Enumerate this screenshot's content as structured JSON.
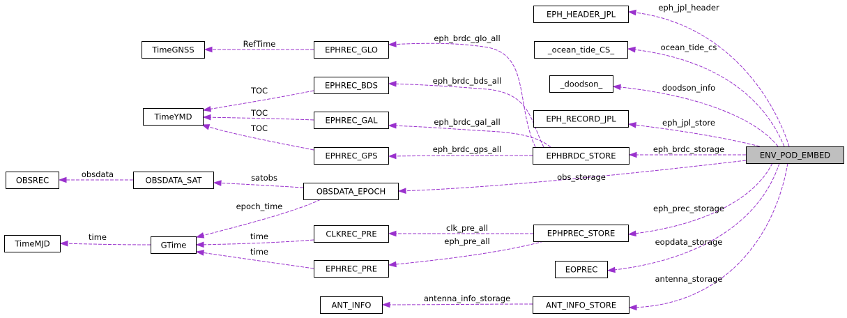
{
  "nodes": [
    {
      "id": "ENV_POD_EMBED",
      "label": "ENV_POD_EMBED",
      "root": true
    },
    {
      "id": "EPH_HEADER_JPL",
      "label": "EPH_HEADER_JPL"
    },
    {
      "id": "_ocean_tide_CS_",
      "label": "_ocean_tide_CS_"
    },
    {
      "id": "_doodson_",
      "label": "_doodson_"
    },
    {
      "id": "EPH_RECORD_JPL",
      "label": "EPH_RECORD_JPL"
    },
    {
      "id": "EPHBRDC_STORE",
      "label": "EPHBRDC_STORE"
    },
    {
      "id": "OBSDATA_EPOCH",
      "label": "OBSDATA_EPOCH"
    },
    {
      "id": "EPHPREC_STORE",
      "label": "EPHPREC_STORE"
    },
    {
      "id": "EOPREC",
      "label": "EOPREC"
    },
    {
      "id": "ANT_INFO_STORE",
      "label": "ANT_INFO_STORE"
    },
    {
      "id": "EPHREC_GLO",
      "label": "EPHREC_GLO"
    },
    {
      "id": "EPHREC_BDS",
      "label": "EPHREC_BDS"
    },
    {
      "id": "EPHREC_GAL",
      "label": "EPHREC_GAL"
    },
    {
      "id": "EPHREC_GPS",
      "label": "EPHREC_GPS"
    },
    {
      "id": "OBSDATA_SAT",
      "label": "OBSDATA_SAT"
    },
    {
      "id": "CLKREC_PRE",
      "label": "CLKREC_PRE"
    },
    {
      "id": "EPHREC_PRE",
      "label": "EPHREC_PRE"
    },
    {
      "id": "ANT_INFO",
      "label": "ANT_INFO"
    },
    {
      "id": "TimeGNSS",
      "label": "TimeGNSS"
    },
    {
      "id": "TimeYMD",
      "label": "TimeYMD"
    },
    {
      "id": "OBSREC",
      "label": "OBSREC"
    },
    {
      "id": "GTime",
      "label": "GTime"
    },
    {
      "id": "TimeMJD",
      "label": "TimeMJD"
    }
  ],
  "edges": [
    {
      "from": "ENV_POD_EMBED",
      "to": "EPH_HEADER_JPL",
      "label": "eph_jpl_header"
    },
    {
      "from": "ENV_POD_EMBED",
      "to": "_ocean_tide_CS_",
      "label": "ocean_tide_cs"
    },
    {
      "from": "ENV_POD_EMBED",
      "to": "_doodson_",
      "label": "doodson_info"
    },
    {
      "from": "ENV_POD_EMBED",
      "to": "EPH_RECORD_JPL",
      "label": "eph_jpl_store"
    },
    {
      "from": "ENV_POD_EMBED",
      "to": "EPHBRDC_STORE",
      "label": "eph_brdc_storage"
    },
    {
      "from": "ENV_POD_EMBED",
      "to": "OBSDATA_EPOCH",
      "label": "obs_storage"
    },
    {
      "from": "ENV_POD_EMBED",
      "to": "EPHPREC_STORE",
      "label": "eph_prec_storage"
    },
    {
      "from": "ENV_POD_EMBED",
      "to": "EOPREC",
      "label": "eopdata_storage"
    },
    {
      "from": "ENV_POD_EMBED",
      "to": "ANT_INFO_STORE",
      "label": "antenna_storage"
    },
    {
      "from": "EPHBRDC_STORE",
      "to": "EPHREC_GLO",
      "label": "eph_brdc_glo_all"
    },
    {
      "from": "EPHBRDC_STORE",
      "to": "EPHREC_BDS",
      "label": "eph_brdc_bds_all"
    },
    {
      "from": "EPHBRDC_STORE",
      "to": "EPHREC_GAL",
      "label": "eph_brdc_gal_all"
    },
    {
      "from": "EPHBRDC_STORE",
      "to": "EPHREC_GPS",
      "label": "eph_brdc_gps_all"
    },
    {
      "from": "EPHPREC_STORE",
      "to": "CLKREC_PRE",
      "label": "clk_pre_all"
    },
    {
      "from": "EPHPREC_STORE",
      "to": "EPHREC_PRE",
      "label": "eph_pre_all"
    },
    {
      "from": "ANT_INFO_STORE",
      "to": "ANT_INFO",
      "label": "antenna_info_storage"
    },
    {
      "from": "EPHREC_GLO",
      "to": "TimeGNSS",
      "label": "RefTime"
    },
    {
      "from": "EPHREC_BDS",
      "to": "TimeYMD",
      "label": "TOC"
    },
    {
      "from": "EPHREC_GAL",
      "to": "TimeYMD",
      "label": "TOC"
    },
    {
      "from": "EPHREC_GPS",
      "to": "TimeYMD",
      "label": "TOC"
    },
    {
      "from": "OBSDATA_EPOCH",
      "to": "OBSDATA_SAT",
      "label": "satobs"
    },
    {
      "from": "OBSDATA_SAT",
      "to": "OBSREC",
      "label": "obsdata"
    },
    {
      "from": "OBSDATA_EPOCH",
      "to": "GTime",
      "label": "epoch_time"
    },
    {
      "from": "CLKREC_PRE",
      "to": "GTime",
      "label": "time"
    },
    {
      "from": "EPHREC_PRE",
      "to": "GTime",
      "label": "time"
    },
    {
      "from": "GTime",
      "to": "TimeMJD",
      "label": "time"
    }
  ]
}
